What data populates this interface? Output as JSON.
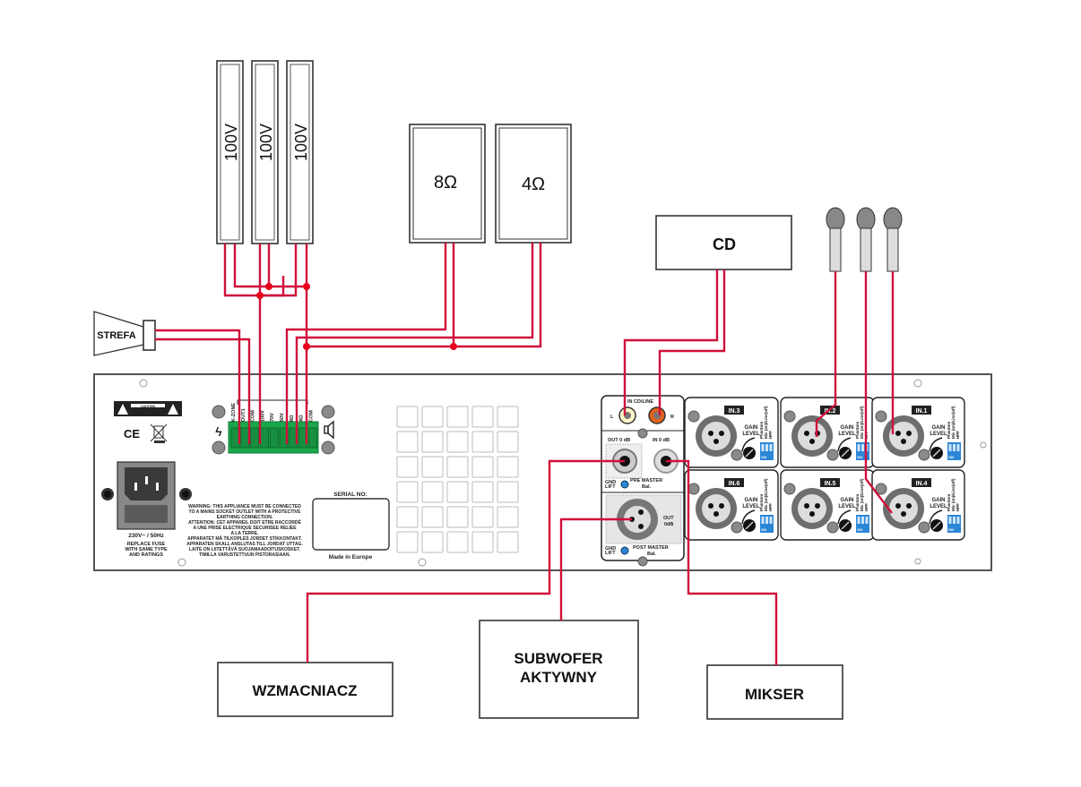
{
  "diagram": {
    "type": "wiring-diagram",
    "colors": {
      "wire": "#d0103a",
      "junction": "#e8001c",
      "terminal_block": "#1aa64a",
      "dip_switch": "#2b86d6",
      "panel_border": "#555555"
    },
    "speakers_100v": [
      {
        "label": "100V"
      },
      {
        "label": "100V"
      },
      {
        "label": "100V"
      }
    ],
    "speakers_impedance": [
      {
        "label": "8Ω"
      },
      {
        "label": "4Ω"
      }
    ],
    "horn": {
      "label": "STREFA"
    },
    "cd": {
      "label": "CD"
    },
    "microphones": [
      {
        "id": "mic-1"
      },
      {
        "id": "mic-2"
      },
      {
        "id": "mic-3"
      }
    ],
    "outputs": [
      {
        "label": "WZMACNIACZ"
      },
      {
        "label_line1": "SUBWOFER",
        "label_line2": "AKTYWNY"
      },
      {
        "label": "MIKSER"
      }
    ],
    "panel": {
      "caution": "CAUTION",
      "ce": "CE",
      "terminal_labels": [
        "K-ZONE",
        "OUT1",
        "COM",
        "100V",
        "70V",
        "50V",
        "8Ω",
        "4Ω",
        "COM"
      ],
      "power": {
        "rating": "230V~ / 50Hz",
        "fuse_note_1": "REPLACE FUSE",
        "fuse_note_2": "WITH SAME TYPE",
        "fuse_note_3": "AND RATINGS"
      },
      "warning_lines": [
        "WARNING: THIS APPLIANCE MUST BE CONNECTED",
        "TO A MAINS SOCKET OUTLET WITH A PROTECTIVE",
        "EARTHING CONNECTION.",
        "ATTENTION: CET APPAREIL DOIT ETRE RACCORDÉ",
        "A UNE PRISE ELECTRIQUE SECURISEE RELIEE",
        "A LA TERRE.",
        "APPARATET MÅ TILKOPLES JORDET STIKKONTAKT.",
        "APPARATEN SKALL ANSLUTAS TILL JORDAT UTTAG.",
        "LAITE ON LIITETTÄVÄ SUOJAMAADOITUSKOSKET.",
        "TIMILLA VARUSTETTUUN PISTORASIAAN."
      ],
      "serial_label": "SERIAL NO:",
      "made_in": "Made in Europe",
      "cd_line": {
        "title": "IN CD/LINE",
        "left": "L",
        "right": "R"
      },
      "pre_master": {
        "out": "OUT 0 dB",
        "in": "IN 0 dB",
        "gnd": "GND",
        "lift": "LIFT",
        "title": "PRE MASTER",
        "bal": "Bal."
      },
      "post_master": {
        "out_1": "OUT",
        "out_2": "0dB",
        "gnd": "GND",
        "lift": "LIFT",
        "title": "POST MASTER",
        "bal": "Bal."
      },
      "inputs": [
        {
          "label": "IN.3"
        },
        {
          "label": "IN.2"
        },
        {
          "label": "IN.1"
        },
        {
          "label": "IN.6"
        },
        {
          "label": "IN.5"
        },
        {
          "label": "IN.4"
        }
      ],
      "gain_1": "GAIN",
      "gain_2": "LEVEL",
      "dip_lines": [
        "Phantom",
        "Mic (on)/Line(off)",
        "HPF"
      ],
      "dip_on": "ON",
      "dip_nums": "1 2 3"
    }
  }
}
